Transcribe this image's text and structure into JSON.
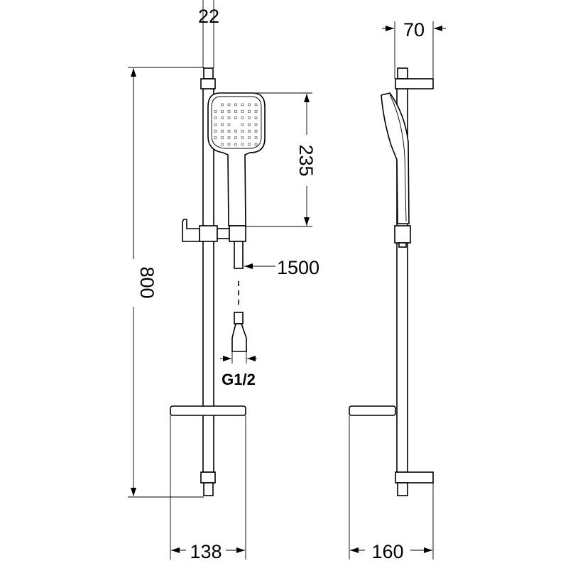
{
  "dimensions": {
    "bar_width": "22",
    "total_height": "800",
    "hand_shower_height": "235",
    "hose_length": "1500",
    "thread": "G1/2",
    "shelf_width": "138",
    "bracket_depth": "70",
    "shelf_depth": "160"
  },
  "colors": {
    "line": "#000000",
    "background": "#ffffff"
  }
}
